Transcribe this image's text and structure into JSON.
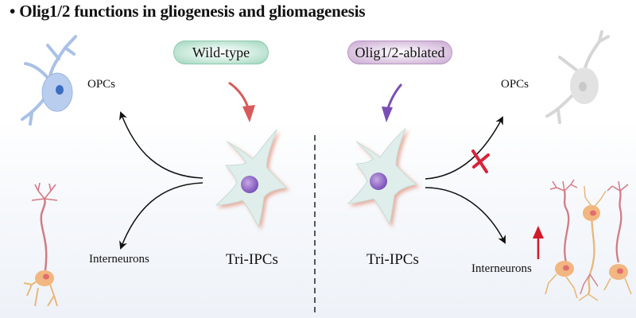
{
  "title": "• Olig1/2 functions in gliogenesis and gliomagenesis",
  "left_panel": {
    "condition": "Wild-type",
    "source_cell": "Tri-IPCs",
    "top_target": "OPCs",
    "bottom_target": "Interneurons",
    "condition_color": "#9fd5bd",
    "arrow_color": "#d95a5a"
  },
  "right_panel": {
    "condition": "Olig1/2-ablated",
    "source_cell": "Tri-IPCs",
    "top_target": "OPCs",
    "bottom_target": "Interneurons",
    "condition_color": "#c9a9d1",
    "arrow_color": "#7a4fb5",
    "blocked_marker": "red-x",
    "increase_marker": "red-up-arrow"
  }
}
